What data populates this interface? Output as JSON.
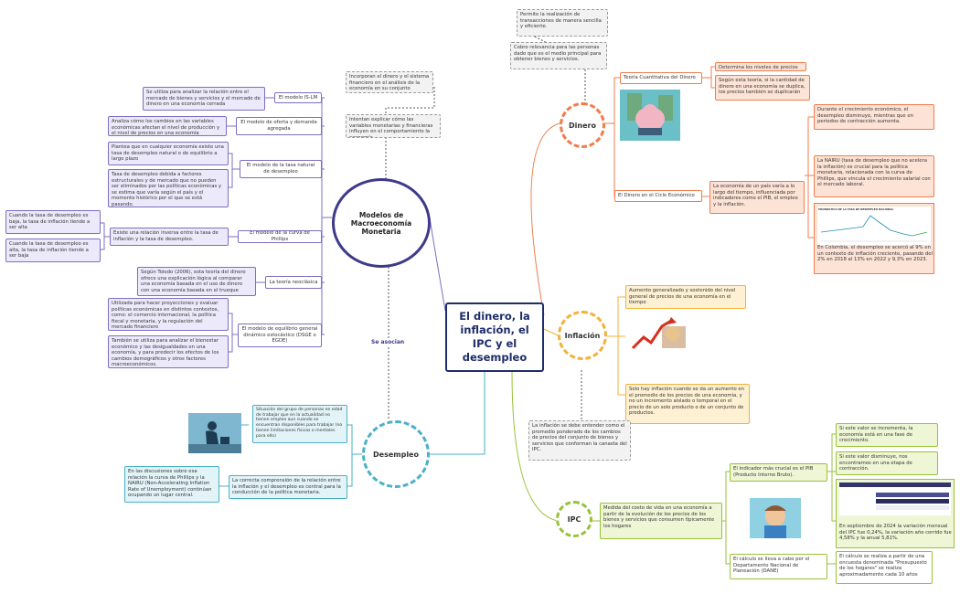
{
  "central": {
    "title": "El dinero, la inflación, el IPC y el desempleo"
  },
  "hubs": {
    "dinero": "Dinero",
    "modelos": "Modelos de Macroeconomía Monetaria",
    "inflacion": "Inflación",
    "desempleo": "Desempleo",
    "ipc": "IPC"
  },
  "connector_label": "Se asocian",
  "dinero": {
    "notes": [
      "Permite la realización de transacciones de manera sencilla y eficiente.",
      "Cobro relevancia para las personas dado que es el medio principal para obtener bienes y servicios."
    ],
    "teoria": "Teoría Cuantitativa del Dinero",
    "teoria_items": [
      "Determina los niveles de precios",
      "Según esta teoría, si la cantidad de dinero en una economía se duplica, los precios también se duplicarán"
    ],
    "ciclo": "El Dinero en el Ciclo Económico",
    "ciclo_desc": "La economía de un país varía a lo largo del tiempo, influenciada por indicadores como el PIB, el empleo y la inflación.",
    "ciclo_items": [
      "Durante el crecimiento económico, el desempleo disminuye, mientras que en periodos de contracción aumenta.",
      "La NAIRU (tasa de desempleo que no acelera la inflación) es crucial para la política monetaria, relacionada con la curva de Phillips, que vincula el crecimiento salarial con el mercado laboral."
    ],
    "chart_title": "PRONÓSTICO DE LA TASA DE DESEMPLEO NACIONAL",
    "colombia": "En Colombia, el desempleo se acercó al 9% en un contexto de inflación creciente, pasando del 2% en 2018 al 13% en 2022 y 9,3% en 2023."
  },
  "modelos": {
    "notes": [
      "Incorporan el dinero y el sistema financiero en el análisis de la economía en su conjunto",
      "Intentan explicar cómo las variables monetarias y financieras influyen en el comportamiento la economía."
    ],
    "items": [
      {
        "title": "El modelo IS-LM",
        "desc": [
          "Se utiliza para analizar la relación entre el mercado de bienes y servicios y el mercado de dinero en una economía cerrada"
        ]
      },
      {
        "title": "El modelo de oferta y demanda agregada",
        "desc": [
          "Analiza cómo los cambios en las variables económicas afectan el nivel de producción y el nivel de precios en una economía"
        ]
      },
      {
        "title": "El modelo de la tasa natural de desempleo",
        "desc": [
          "Plantea que en cualquier economía existe una tasa de desempleo natural o de equilibrio a largo plazo",
          "Tasa de desempleo debida a factores estructurales y de mercado que no pueden ser eliminados por las políticas económicas y se estima que varía según el país y el momento histórico por el que se está pasando."
        ]
      },
      {
        "title": "El modelo de la curva de Phillips",
        "desc": [
          "Existe una relación inversa entre la tasa de inflación y la tasa de desempleo."
        ],
        "sub": [
          "Cuando la tasa de desempleo es baja, la tasa de inflación tiende a ser alta",
          "Cuando la tasa de desempleo es alta, la tasa de inflación tiende a ser baja"
        ]
      },
      {
        "title": "La teoría neoclásica",
        "desc": [
          "Según Toledo (2006), esta teoría del dinero ofrece una explicación lógica al comparar una economía basada en el uso de dinero con una economía basada en el trueque"
        ]
      },
      {
        "title": "El modelo de equilibrio general dinámico estocástico (DSGE o EGDE)",
        "desc": [
          "Utilizada para hacer proyecciones y evaluar políticas económicas en distintos contextos, como: el comercio internacional, la política fiscal y monetaria, y la regulación del mercado financiero",
          "También se utiliza para analizar el bienestar económico y las desigualdades en una economía, y para predecir los efectos de los cambios demográficos y otros factores macroeconómicos."
        ]
      }
    ]
  },
  "inflacion": {
    "items": [
      "Aumento generalizado y sostenido del nivel general de precios de una economía en el tiempo",
      "Solo hay inflación cuando se da un aumento en el promedio de los precios de una economía, y no un incremento aislado o temporal en el precio de un solo producto o de un conjunto de productos."
    ],
    "note": "La inflación se debe entender como el promedio ponderado de los cambios de precios del conjunto de bienes y servicios que conforman la canasta del IPC."
  },
  "desempleo": {
    "desc": "Situación del grupo de personas en edad de trabajar que en la actualidad no tienen empleo aun cuando se encuentran disponibles para trabajar (no tienen limitaciones físicas o mentales para ello)",
    "relacion": "La correcta comprensión de la relación entre la inflación y el desempleo es central para la conducción de la política monetaria.",
    "nairu": "En las discusiones sobre esa relación la curva de Phillips y la NAIRU (Non-Accelerating Inflation Rate of Unemployment) continúan ocupando un lugar central."
  },
  "ipc": {
    "desc": "Medida del costo de vida en una economía a partir de la evolución de los precios de los bienes y servicios que consumen típicamente los hogares",
    "pib": "El indicador más crucial es el PIB (Producto Interno Bruto).",
    "pib_items": [
      "Si este valor se incrementa, la economía está en una fase de crecimiento.",
      "Si este valor disminuye, nos encontramos en una etapa de contracción."
    ],
    "septiembre": "En septiembre de 2024 la variación mensual del IPC fue 0,24%, la variación año corrido fue 4,58% y la anual 5,81%.",
    "dane": "El cálculo se lleva a cabo por el Departamento Nacional de Planeación (DANE)",
    "encuesta": "El cálculo se realiza a partir de una encuesta denominada \"Presupuesto de los hogares\" se realiza aproximadamente cada 10 años"
  },
  "colors": {
    "central": "#1e2d6b",
    "dinero": "#f07d4b",
    "modelos": "#7b6fc4",
    "inflacion": "#f3b23a",
    "desempleo": "#4ab0c7",
    "ipc": "#98c238"
  }
}
